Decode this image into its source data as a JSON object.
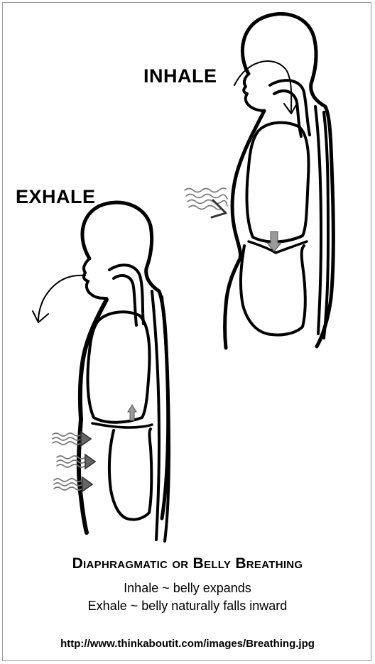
{
  "labels": {
    "inhale": "INHALE",
    "exhale": "EXHALE"
  },
  "caption": {
    "title": "Diaphragmatic or Belly Breathing",
    "line1": "Inhale ~  belly expands",
    "line2": "Exhale ~ belly naturally falls inward"
  },
  "source": "http://www.thinkaboutit.com/images/Breathing.jpg",
  "colors": {
    "ink": "#000000",
    "arrow_gray": "#9a9a9a",
    "frame": "#9a9a9a"
  }
}
